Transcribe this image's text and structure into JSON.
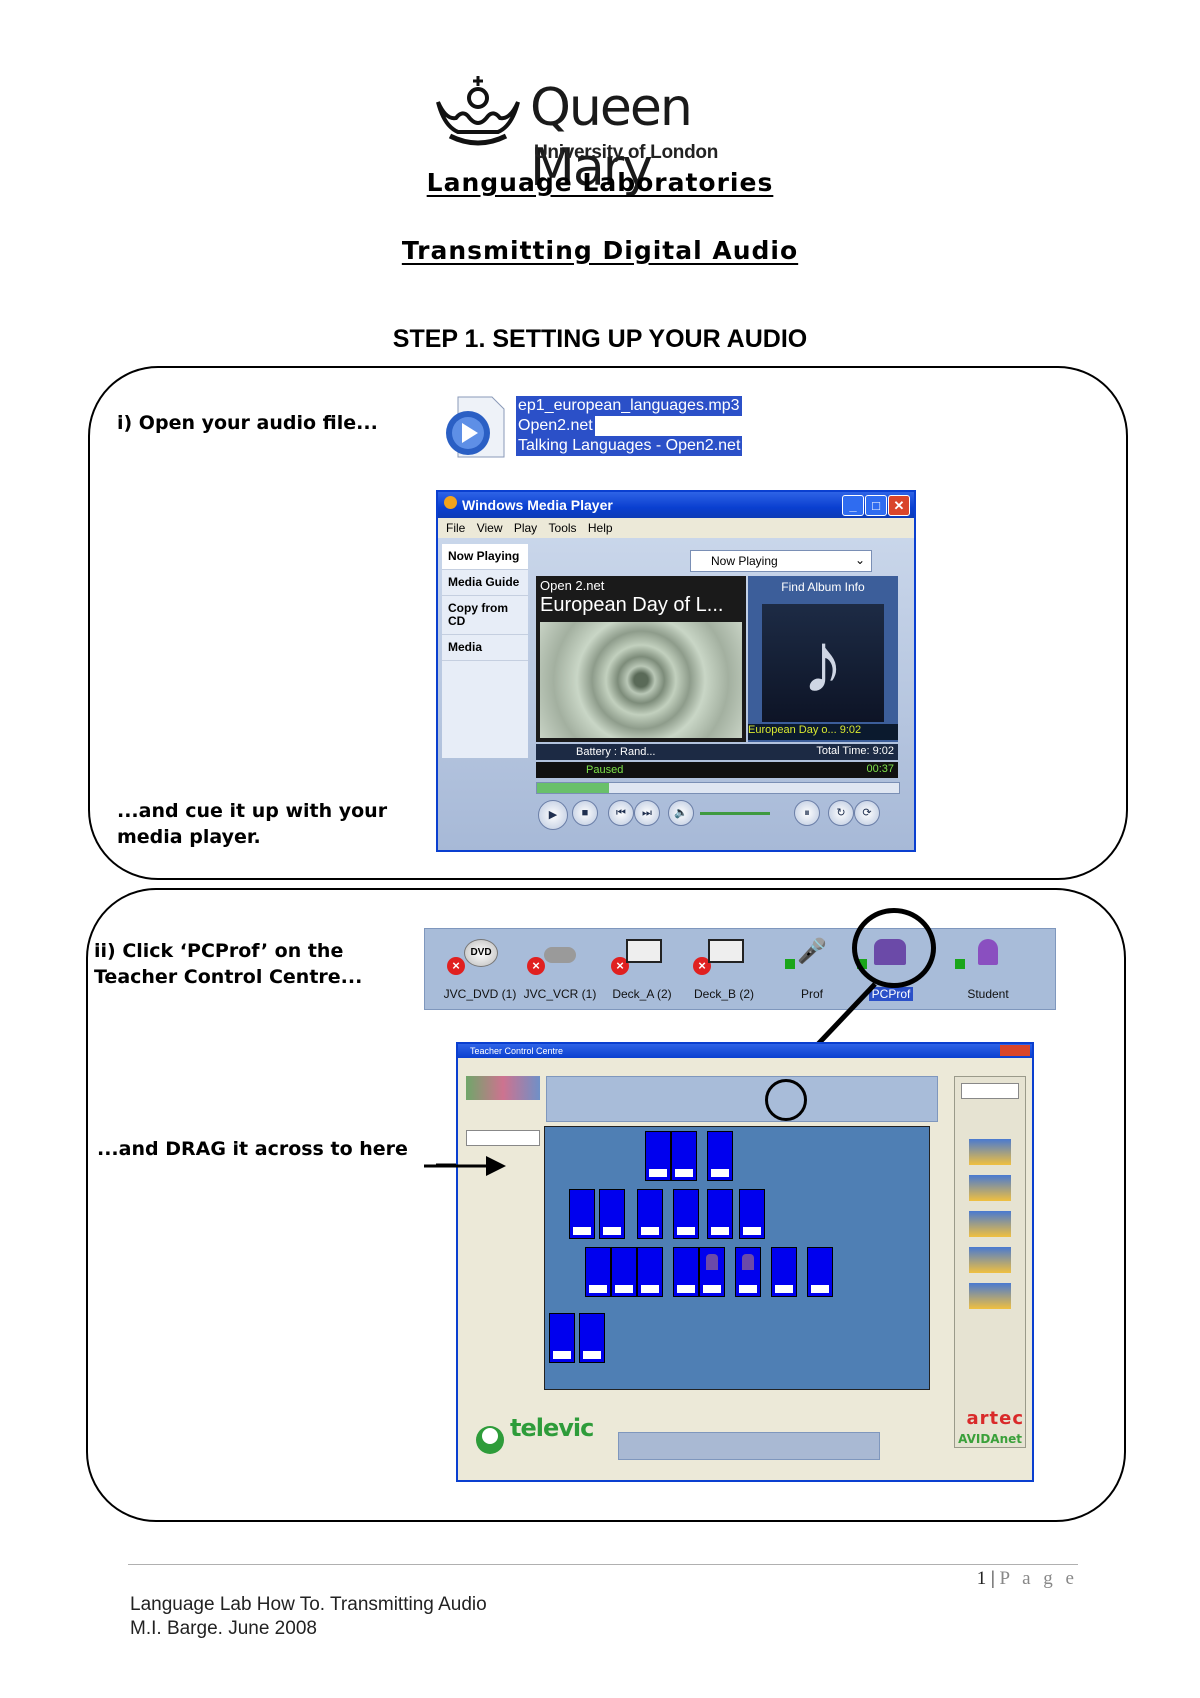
{
  "header": {
    "logo": {
      "wordmark": "Queen Mary",
      "subtitle": "University of London"
    },
    "title": "Language Laboratories",
    "subtitle": "Transmitting Digital Audio",
    "step": "STEP 1. SETTING UP YOUR AUDIO"
  },
  "panel1": {
    "instruction_open": "i) Open your audio file...",
    "instruction_cue": "...and cue it up with your media player.",
    "file": {
      "icon": "media-file-icon",
      "lines": [
        "ep1_european_languages.mp3",
        "Open2.net",
        "Talking Languages - Open2.net"
      ]
    },
    "wmp": {
      "title": "Windows Media Player",
      "menu": [
        "File",
        "View",
        "Play",
        "Tools",
        "Help"
      ],
      "now_playing_dropdown": "Now Playing",
      "nav": [
        "Now Playing",
        "Media Guide",
        "Copy from CD",
        "Media"
      ],
      "viz_header": "Open 2.net",
      "viz_title": "European Day of L...",
      "album_label": "Find Album Info",
      "album_caption": "European Day o...   9:02",
      "controls_text": "Battery : Rand...",
      "total_time": "Total Time: 9:02",
      "status": "Paused",
      "elapsed": "00:37",
      "seek_fraction": 0.2
    }
  },
  "panel2": {
    "instruction_click": "ii) Click ‘PCProf’ on the Teacher Control Centre...",
    "instruction_drag": "...and DRAG it across to here",
    "toolbar_devices": [
      {
        "label": "JVC_DVD (1)",
        "icon": "dvd-icon",
        "status": "error"
      },
      {
        "label": "JVC_VCR (1)",
        "icon": "vcr-icon",
        "status": "error"
      },
      {
        "label": "Deck_A (2)",
        "icon": "cassette-deck-icon",
        "status": "error"
      },
      {
        "label": "Deck_B (2)",
        "icon": "cassette-deck-icon",
        "status": "error"
      },
      {
        "label": "Prof",
        "icon": "microphone-icon",
        "status": "ok"
      },
      {
        "label": "PCProf",
        "icon": "pc-prof-icon",
        "status": "ok"
      },
      {
        "label": "Student",
        "icon": "student-icon",
        "status": "ok"
      }
    ],
    "tcc": {
      "title": "Teacher Control Centre",
      "brand_left": "televic",
      "brand_right": "artec",
      "brand_avida": "AVIDAnet"
    }
  },
  "footer": {
    "page_number": "1",
    "page_label": "P a g e",
    "line1": "Language Lab How To. Transmitting Audio",
    "line2": "M.I. Barge. June 2008"
  },
  "colors": {
    "panel_border": "#000000",
    "xp_blue": "#0a3fd0",
    "toolbar_bg": "#a8bcd9",
    "room_bg": "#4f7fb4"
  }
}
